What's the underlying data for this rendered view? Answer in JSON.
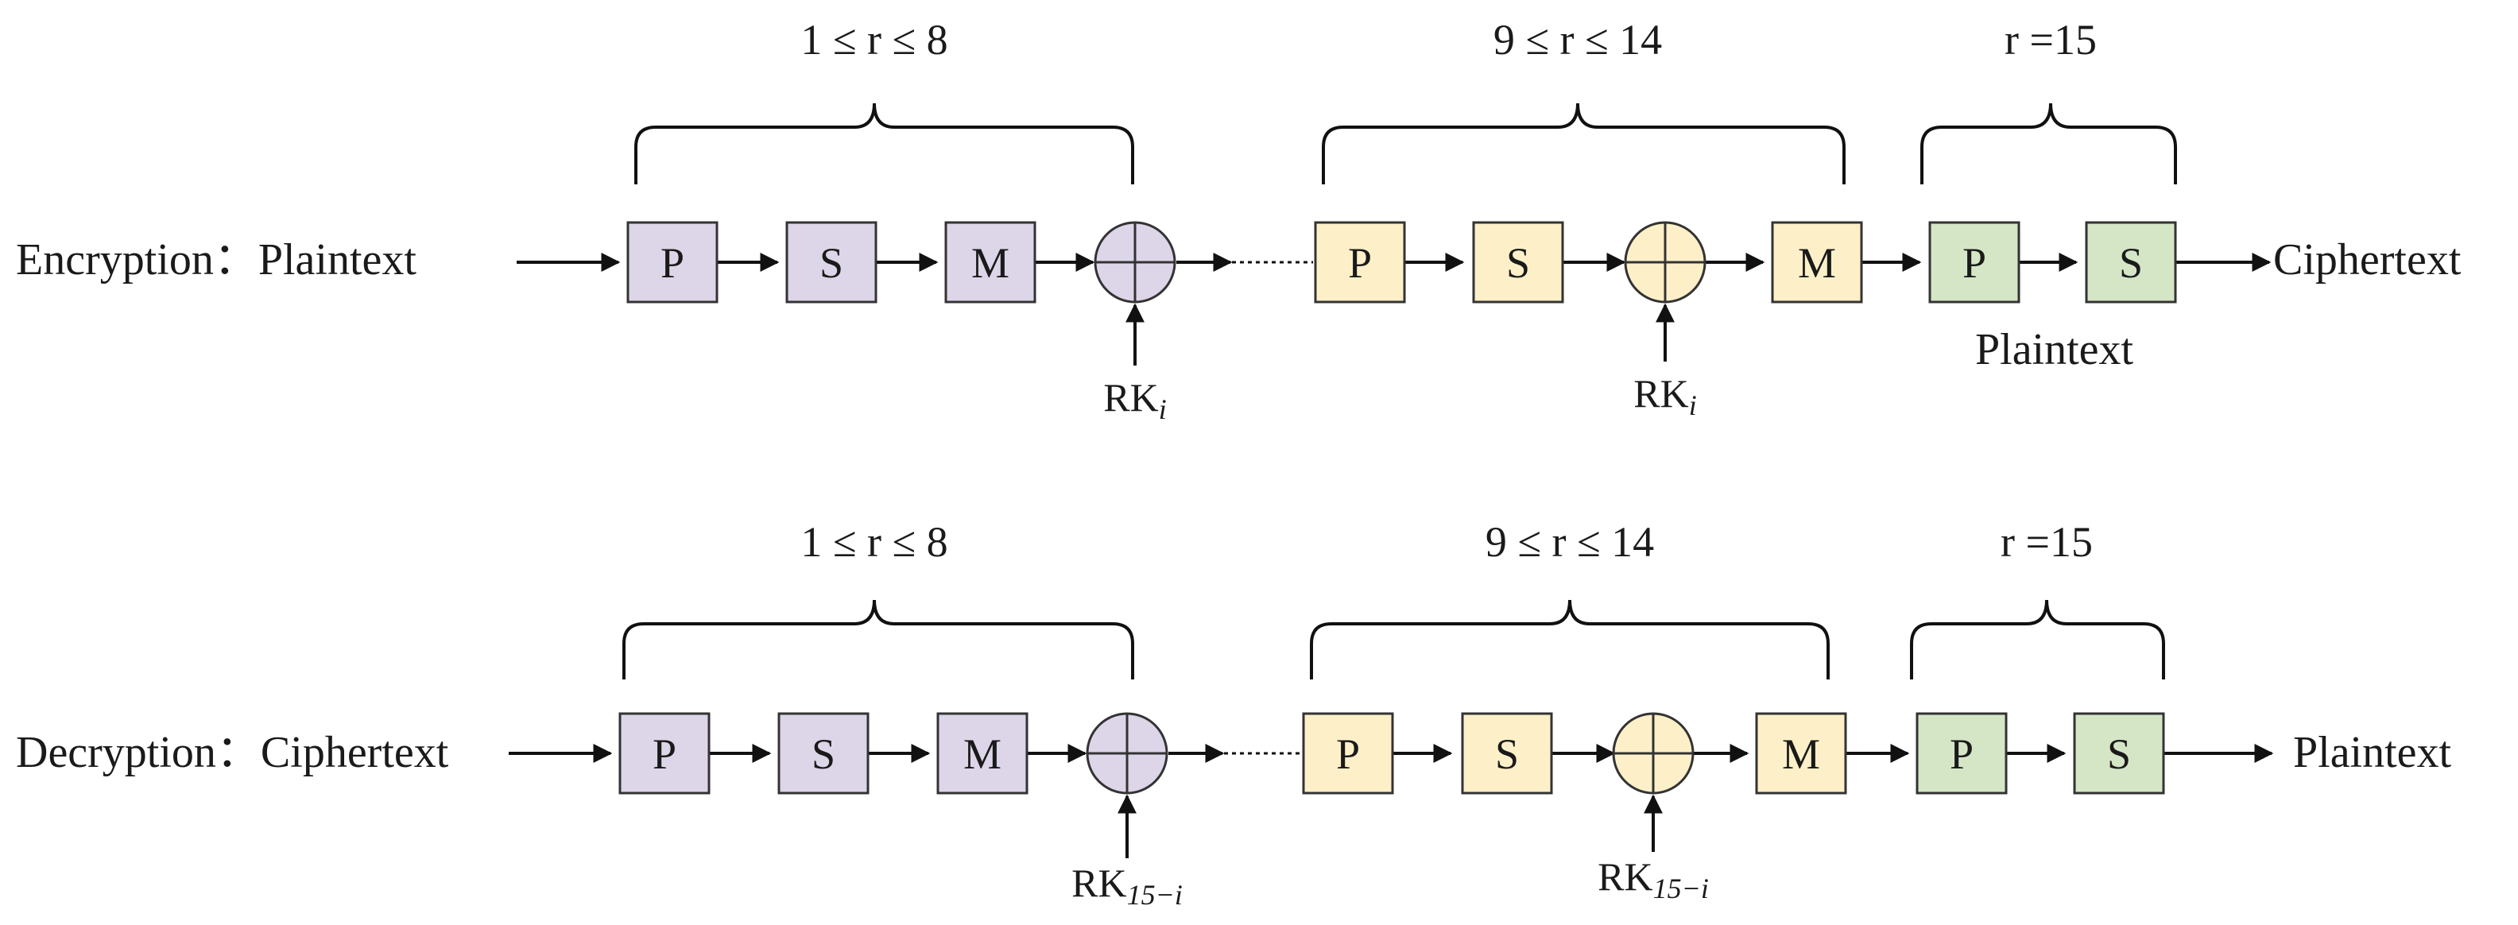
{
  "colors": {
    "stage1": "#ddd5e8",
    "stage2": "#fdf0c8",
    "stage3": "#d5e6c6",
    "stroke": "#333333",
    "line": "#111111"
  },
  "rows": [
    {
      "id": "encryption",
      "label": "Encryption：Plaintext",
      "output": "Ciphertext",
      "note": "Plaintext",
      "groups": [
        {
          "range": "1 ≤ r ≤ 8",
          "key_base": "RK",
          "key_sub": "i"
        },
        {
          "range": "9 ≤ r ≤ 14",
          "key_base": "RK",
          "key_sub": "i"
        },
        {
          "range": "r =15"
        }
      ],
      "blocks": [
        "P",
        "S",
        "M",
        "P",
        "S",
        "M",
        "P",
        "S"
      ]
    },
    {
      "id": "decryption",
      "label": "Decryption：Ciphertext",
      "output": "Plaintext",
      "groups": [
        {
          "range": "1 ≤ r ≤ 8",
          "key_base": "RK",
          "key_sub": "15−i"
        },
        {
          "range": "9 ≤ r ≤ 14",
          "key_base": "RK",
          "key_sub": "15−i"
        },
        {
          "range": "r =15"
        }
      ],
      "blocks": [
        "P",
        "S",
        "M",
        "P",
        "S",
        "M",
        "P",
        "S"
      ]
    }
  ]
}
